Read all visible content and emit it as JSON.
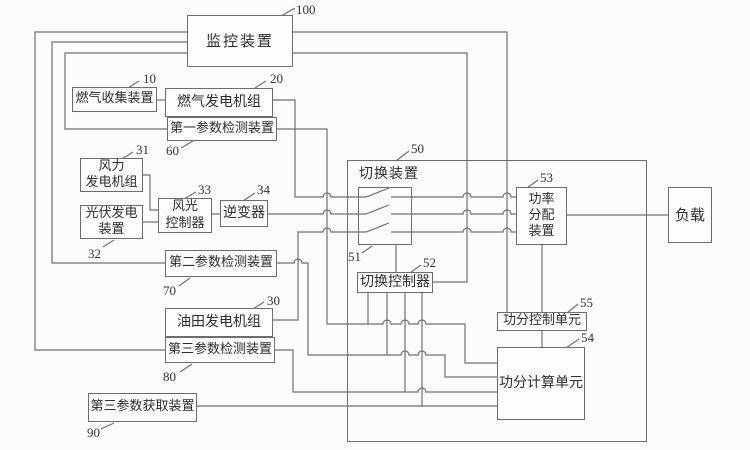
{
  "figure": {
    "type": "patent-block-diagram",
    "boxes": {
      "monitor": {
        "label": "监控装置",
        "ref": "100"
      },
      "gas_collect": {
        "label": "燃气收集装置",
        "ref": "10"
      },
      "gas_gen": {
        "label": "燃气发电机组",
        "ref": "20"
      },
      "param1": {
        "label": "第一参数检测装置",
        "ref": "60"
      },
      "wind": {
        "label": "风力\n发电机组",
        "ref": "31"
      },
      "pv": {
        "label": "光伏发电\n装置",
        "ref": "32"
      },
      "ws_ctrl": {
        "label": "风光\n控制器",
        "ref": "33"
      },
      "inverter": {
        "label": "逆变器",
        "ref": "34"
      },
      "param2": {
        "label": "第二参数检测装置",
        "ref": "70"
      },
      "oil_gen": {
        "label": "油田发电机组",
        "ref": "30"
      },
      "param3": {
        "label": "第三参数检测装置",
        "ref": "80"
      },
      "acquire3": {
        "label": "第三参数获取装置",
        "ref": "90"
      },
      "switch_group": {
        "label": "切换装置",
        "ref": "50"
      },
      "switch_unit": {
        "label": "",
        "ref": "51"
      },
      "switch_ctrl": {
        "label": "切换控制器",
        "ref": "52"
      },
      "power_dist": {
        "label": "功率\n分配\n装置",
        "ref": "53"
      },
      "pd_ctrl": {
        "label": "功分控制单元",
        "ref": "55"
      },
      "pd_calc": {
        "label": "功分计算单元",
        "ref": "54"
      },
      "load": {
        "label": "负载"
      }
    },
    "refs": {
      "r100": "100",
      "r10": "10",
      "r20": "20",
      "r60": "60",
      "r31": "31",
      "r33": "33",
      "r34": "34",
      "r32": "32",
      "r70": "70",
      "r30": "30",
      "r80": "80",
      "r90": "90",
      "r50": "50",
      "r51": "51",
      "r52": "52",
      "r53": "53",
      "r55": "55",
      "r54": "54"
    },
    "colors": {
      "line": "#707070",
      "text": "#2d2d2d",
      "background": "#fcfcfc"
    }
  }
}
